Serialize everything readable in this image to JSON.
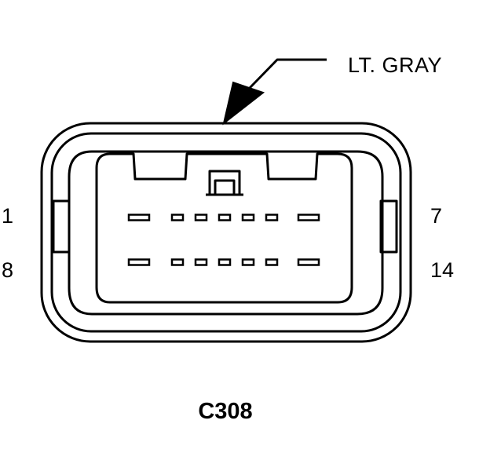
{
  "connector": {
    "id": "C308",
    "color": "LT. GRAY",
    "pin_labels": {
      "top_left": "1",
      "top_right": "7",
      "bottom_left": "8",
      "bottom_right": "14"
    },
    "pins_per_row": 7,
    "rows": 2
  }
}
